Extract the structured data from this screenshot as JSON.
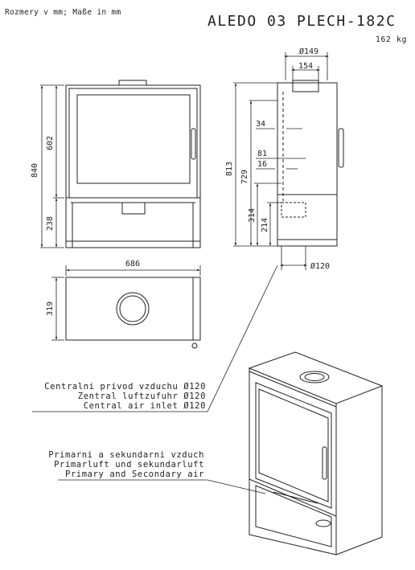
{
  "header": {
    "units_note": "Rozmery v mm; Maße in mm",
    "model_title": "ALEDO 03 PLECH-182C",
    "weight": "162 kg"
  },
  "front_view": {
    "dim_total_height": "840",
    "dim_door_height": "602",
    "dim_base_height": "238"
  },
  "side_view": {
    "dim_flue_diameter": "Ø149",
    "dim_flue_width": "154",
    "dim_34": "34",
    "dim_81": "81",
    "dim_16": "16",
    "dim_813": "813",
    "dim_729": "729",
    "dim_314": "314",
    "dim_214": "214",
    "dim_inlet_diameter": "Ø120"
  },
  "top_view": {
    "dim_width": "686",
    "dim_depth": "319"
  },
  "notes": {
    "air_inlet": [
      "Centralni privod vzduchu Ø120",
      "Zentral luftzufuhr Ø120",
      "Central air inlet Ø120"
    ],
    "primary_air": [
      "Primarni a sekundarni vzduch",
      "Primarluft und sekundarluft",
      "Primary and Secondary air"
    ]
  }
}
